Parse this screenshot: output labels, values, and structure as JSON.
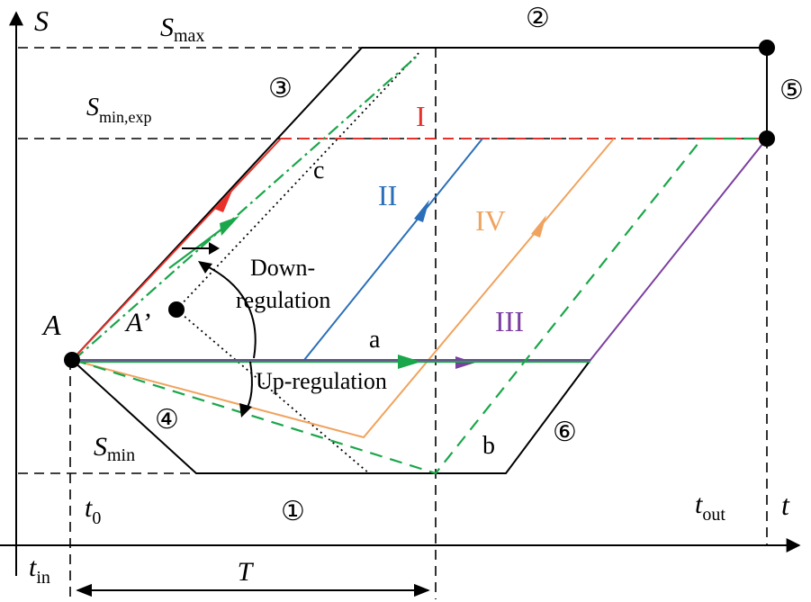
{
  "axes": {
    "y_label": "S",
    "x_label": "t"
  },
  "labels": {
    "s_max": {
      "base": "S",
      "sub": "max"
    },
    "s_min_exp": {
      "base": "S",
      "sub": "min,exp"
    },
    "s_min": {
      "base": "S",
      "sub": "min"
    },
    "t0": {
      "base": "t",
      "sub": "0"
    },
    "t_in": {
      "base": "t",
      "sub": "in"
    },
    "t_out": {
      "base": "t",
      "sub": "out"
    },
    "period": "T",
    "point_a": "A",
    "point_a_prime": "A’",
    "down_regulation_1": "Down-",
    "down_regulation_2": "regulation",
    "up_regulation": "Up-regulation",
    "path_a": "a",
    "path_b": "b",
    "path_c": "c"
  },
  "regions": {
    "r1": "①",
    "r2": "②",
    "r3": "③",
    "r4": "④",
    "r5": "⑤",
    "r6": "⑥"
  },
  "strategies": [
    {
      "id": "I",
      "label": "I",
      "color": "#e8312a"
    },
    {
      "id": "II",
      "label": "II",
      "color": "#2a6fb8"
    },
    {
      "id": "III",
      "label": "III",
      "color": "#7b3fa0"
    },
    {
      "id": "IV",
      "label": "IV",
      "color": "#f0a35e"
    }
  ],
  "colors": {
    "green_path": "#1aa64a",
    "boundary": "#000000"
  }
}
